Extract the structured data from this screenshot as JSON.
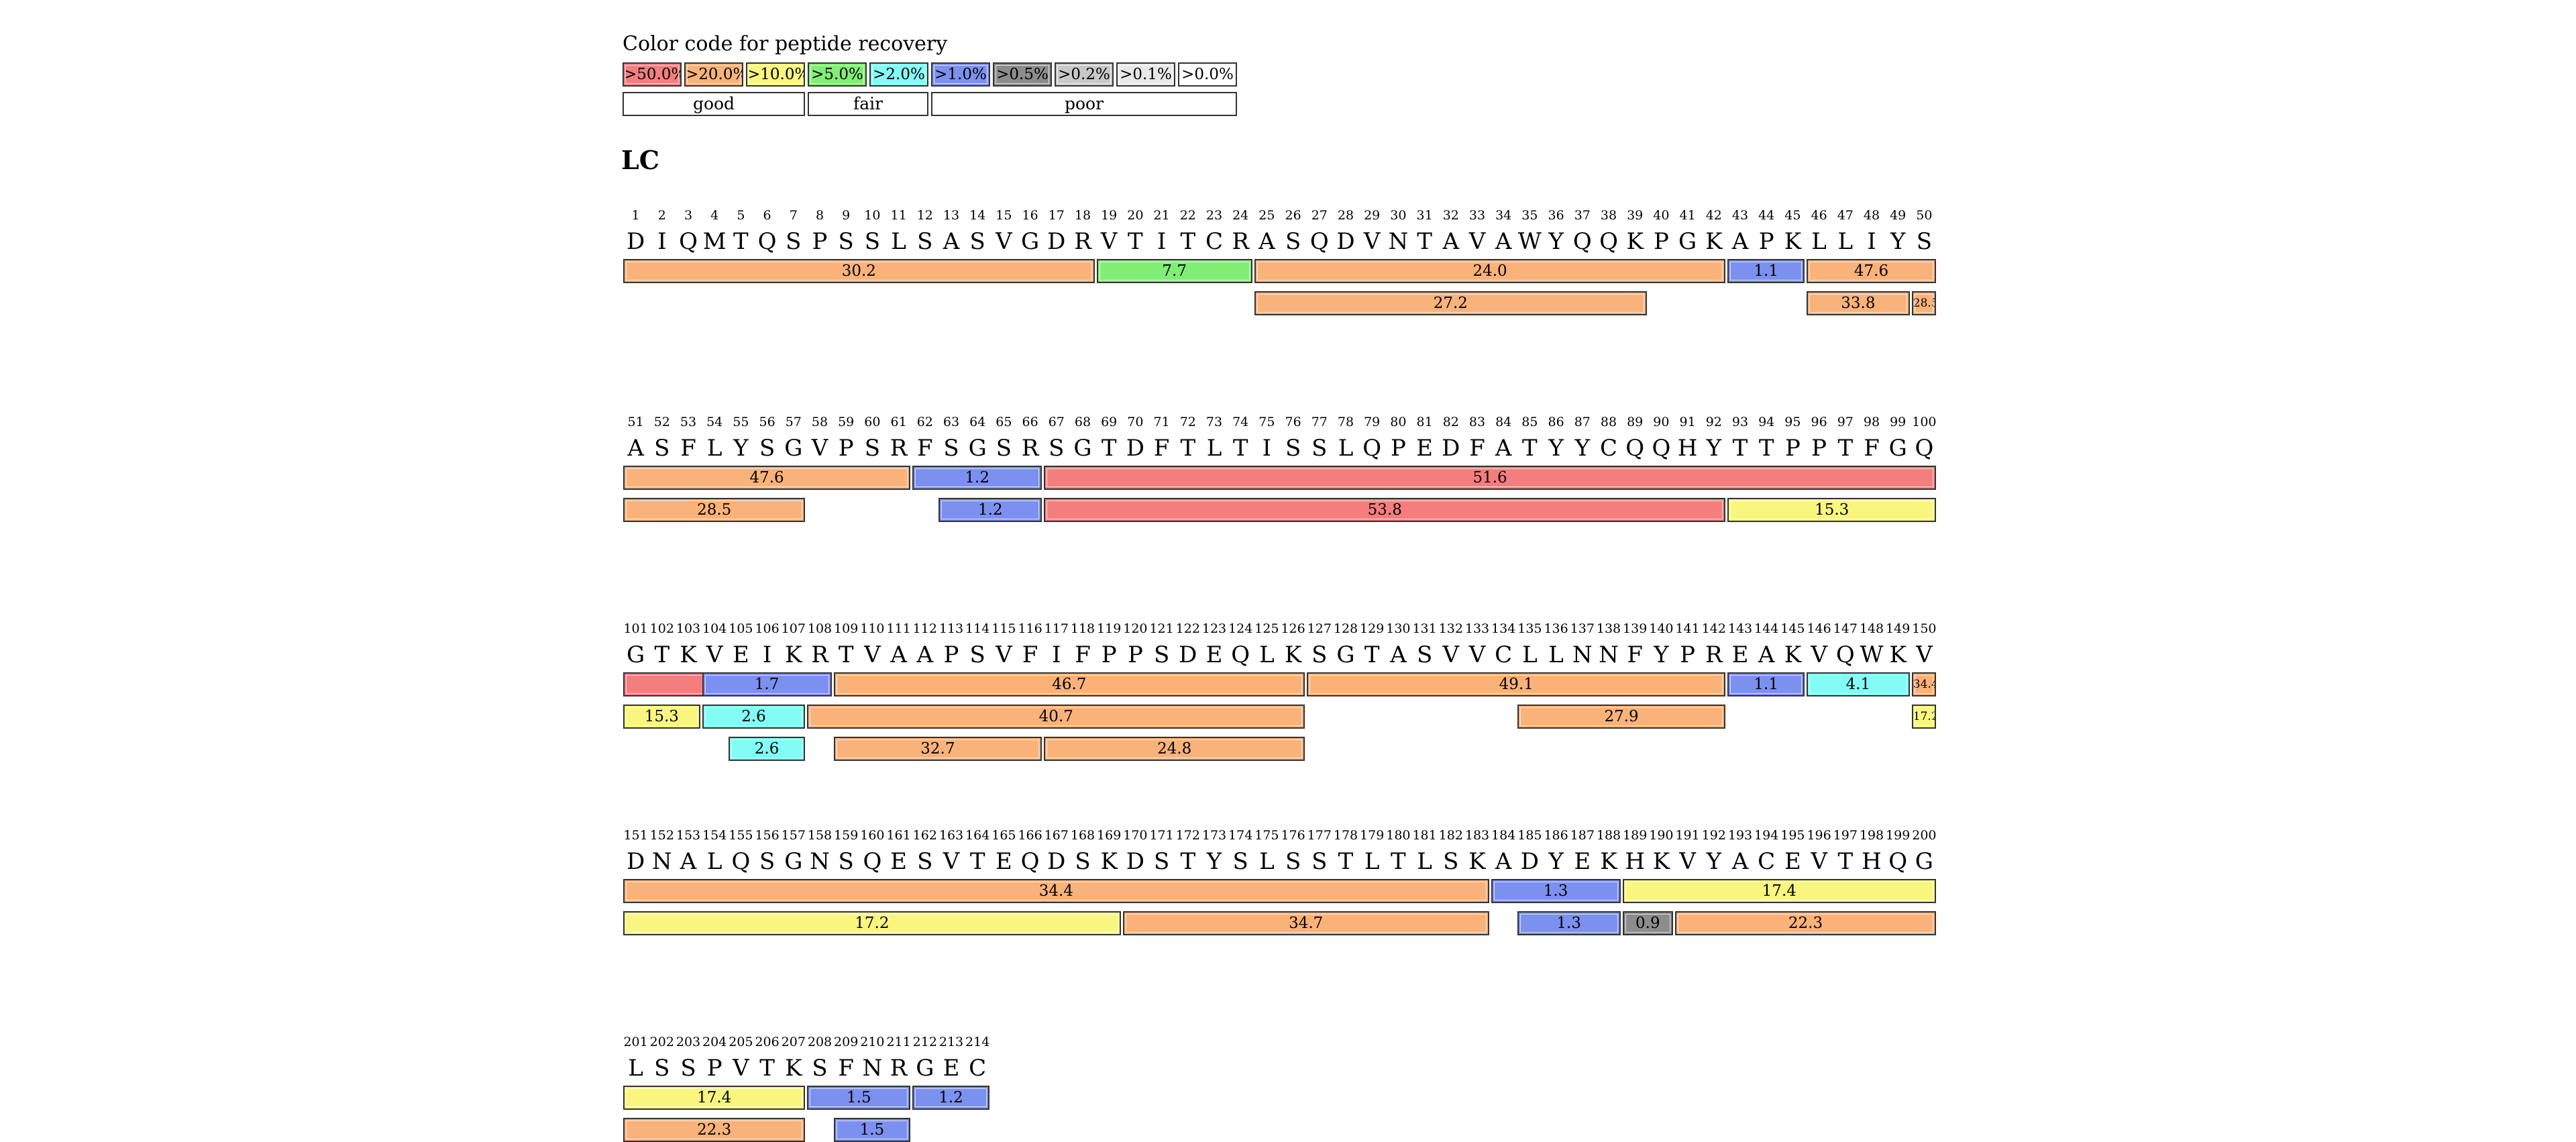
{
  "legend": {
    "title": "Color code for peptide recovery",
    "items": [
      {
        "label": ">50.0%",
        "color": "#f47e7e"
      },
      {
        "label": ">20.0%",
        "color": "#f9b27a"
      },
      {
        "label": ">10.0%",
        "color": "#f8f67e"
      },
      {
        "label": ">5.0%",
        "color": "#80ee74"
      },
      {
        "label": ">2.0%",
        "color": "#82fcf5"
      },
      {
        "label": ">1.0%",
        "color": "#7c90ef"
      },
      {
        "label": ">0.5%",
        "color": "#8c8c8c"
      },
      {
        "label": ">0.2%",
        "color": "#c8c8c8"
      },
      {
        "label": ">0.1%",
        "color": "#e8e8e8"
      },
      {
        "label": ">0.0%",
        "color": "#ffffff"
      }
    ],
    "groups": [
      "good",
      "fair",
      "poor"
    ]
  },
  "chain": {
    "name": "LC",
    "sequence": "DIQMTQSPSSLSASVGDRVTITCRASQDVNTAVAWYQQKPGKAPKLLIYSASFLYSGVPSRFSGSRSGTDFTLTISSLQPEDFATYYCQQHYTTPPTFGQGTKVEIKRTVAAPSVFIFPPSDEQLKSGTASVVCLLNNFYPREAKVQWKVDNALQSGNSQESVTEQDSKDSTYSLSSTLTLSKADYEKHKVYACEVTHQGLSSPVTKSFNRGEC"
  },
  "chart_data": {
    "type": "peptide-coverage-map",
    "per_row": 50,
    "peptides": [
      {
        "start": 1,
        "end": 18,
        "value": 30.2,
        "lane": 0
      },
      {
        "start": 19,
        "end": 24,
        "value": 7.7,
        "lane": 0
      },
      {
        "start": 25,
        "end": 42,
        "value": 24.0,
        "lane": 0
      },
      {
        "start": 43,
        "end": 45,
        "value": 1.1,
        "lane": 0
      },
      {
        "start": 46,
        "end": 61,
        "value": 47.6,
        "lane": 0
      },
      {
        "start": 25,
        "end": 39,
        "value": 27.2,
        "lane": 1
      },
      {
        "start": 46,
        "end": 49,
        "value": 33.8,
        "lane": 1
      },
      {
        "start": 50,
        "end": 57,
        "value": 28.5,
        "lane": 1
      },
      {
        "start": 62,
        "end": 66,
        "value": 1.2,
        "lane": 0
      },
      {
        "start": 67,
        "end": 108,
        "value": 51.6,
        "lane": 0
      },
      {
        "start": 63,
        "end": 66,
        "value": 1.2,
        "lane": 1
      },
      {
        "start": 67,
        "end": 92,
        "value": 53.8,
        "lane": 1
      },
      {
        "start": 93,
        "end": 103,
        "value": 15.3,
        "lane": 1
      },
      {
        "start": 104,
        "end": 108,
        "value": 1.7,
        "lane": 0
      },
      {
        "start": 109,
        "end": 126,
        "value": 46.7,
        "lane": 0
      },
      {
        "start": 127,
        "end": 142,
        "value": 49.1,
        "lane": 0
      },
      {
        "start": 143,
        "end": 145,
        "value": 1.1,
        "lane": 0
      },
      {
        "start": 146,
        "end": 149,
        "value": 4.1,
        "lane": 0
      },
      {
        "start": 104,
        "end": 107,
        "value": 2.6,
        "lane": 1
      },
      {
        "start": 108,
        "end": 126,
        "value": 40.7,
        "lane": 1
      },
      {
        "start": 135,
        "end": 142,
        "value": 27.9,
        "lane": 1
      },
      {
        "start": 105,
        "end": 107,
        "value": 2.6,
        "lane": 2
      },
      {
        "start": 109,
        "end": 116,
        "value": 32.7,
        "lane": 2
      },
      {
        "start": 117,
        "end": 126,
        "value": 24.8,
        "lane": 2
      },
      {
        "start": 150,
        "end": 183,
        "value": 34.4,
        "lane": 0
      },
      {
        "start": 184,
        "end": 188,
        "value": 1.3,
        "lane": 0
      },
      {
        "start": 189,
        "end": 207,
        "value": 17.4,
        "lane": 0
      },
      {
        "start": 150,
        "end": 169,
        "value": 17.2,
        "lane": 1
      },
      {
        "start": 170,
        "end": 183,
        "value": 34.7,
        "lane": 1
      },
      {
        "start": 185,
        "end": 188,
        "value": 1.3,
        "lane": 1
      },
      {
        "start": 189,
        "end": 190,
        "value": 0.9,
        "lane": 1
      },
      {
        "start": 191,
        "end": 207,
        "value": 22.3,
        "lane": 1
      },
      {
        "start": 208,
        "end": 211,
        "value": 1.5,
        "lane": 0
      },
      {
        "start": 212,
        "end": 214,
        "value": 1.2,
        "lane": 0
      },
      {
        "start": 209,
        "end": 211,
        "value": 1.5,
        "lane": 1
      }
    ]
  }
}
